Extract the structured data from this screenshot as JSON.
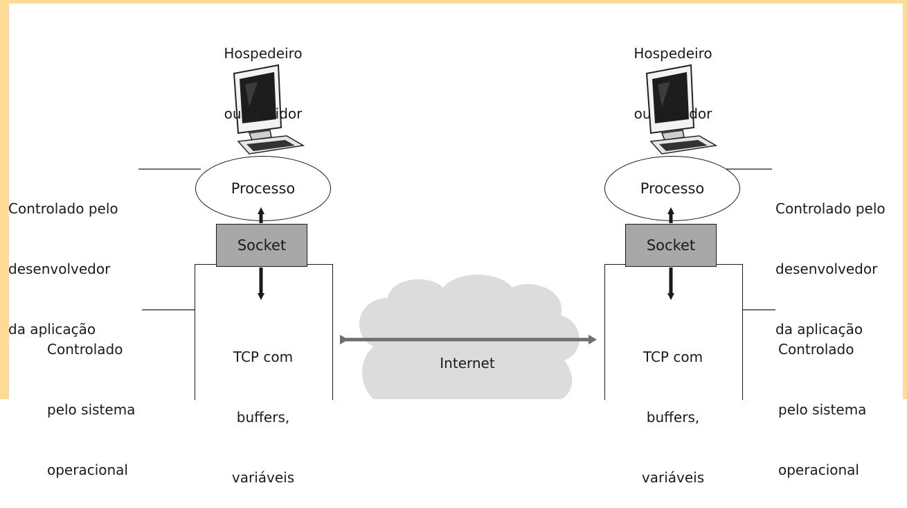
{
  "hosts": {
    "left": {
      "title_line1": "Hospedeiro",
      "title_line2": "ou servidor",
      "process": "Processo",
      "socket": "Socket",
      "tcp_line1": "TCP com",
      "tcp_line2": "buffers,",
      "tcp_line3": "variáveis",
      "dev_label_line1": "Controlado pelo",
      "dev_label_line2": "desenvolvedor",
      "dev_label_line3": "da aplicação",
      "os_label_line1": "Controlado",
      "os_label_line2": "pelo sistema",
      "os_label_line3": "operacional"
    },
    "right": {
      "title_line1": "Hospedeiro",
      "title_line2": "ou servidor",
      "process": "Processo",
      "socket": "Socket",
      "tcp_line1": "TCP com",
      "tcp_line2": "buffers,",
      "tcp_line3": "variáveis",
      "dev_label_line1": "Controlado pelo",
      "dev_label_line2": "desenvolvedor",
      "dev_label_line3": "da aplicação",
      "os_label_line1": "Controlado",
      "os_label_line2": "pelo sistema",
      "os_label_line3": "operacional"
    }
  },
  "network": {
    "label": "Internet",
    "cloud_color": "#dcdcdc",
    "arrow_color": "#6e6e6e"
  },
  "colors": {
    "frame": "#fcdc94",
    "socket_fill": "#a8a8a8"
  },
  "icons": [
    "computer-icon"
  ]
}
